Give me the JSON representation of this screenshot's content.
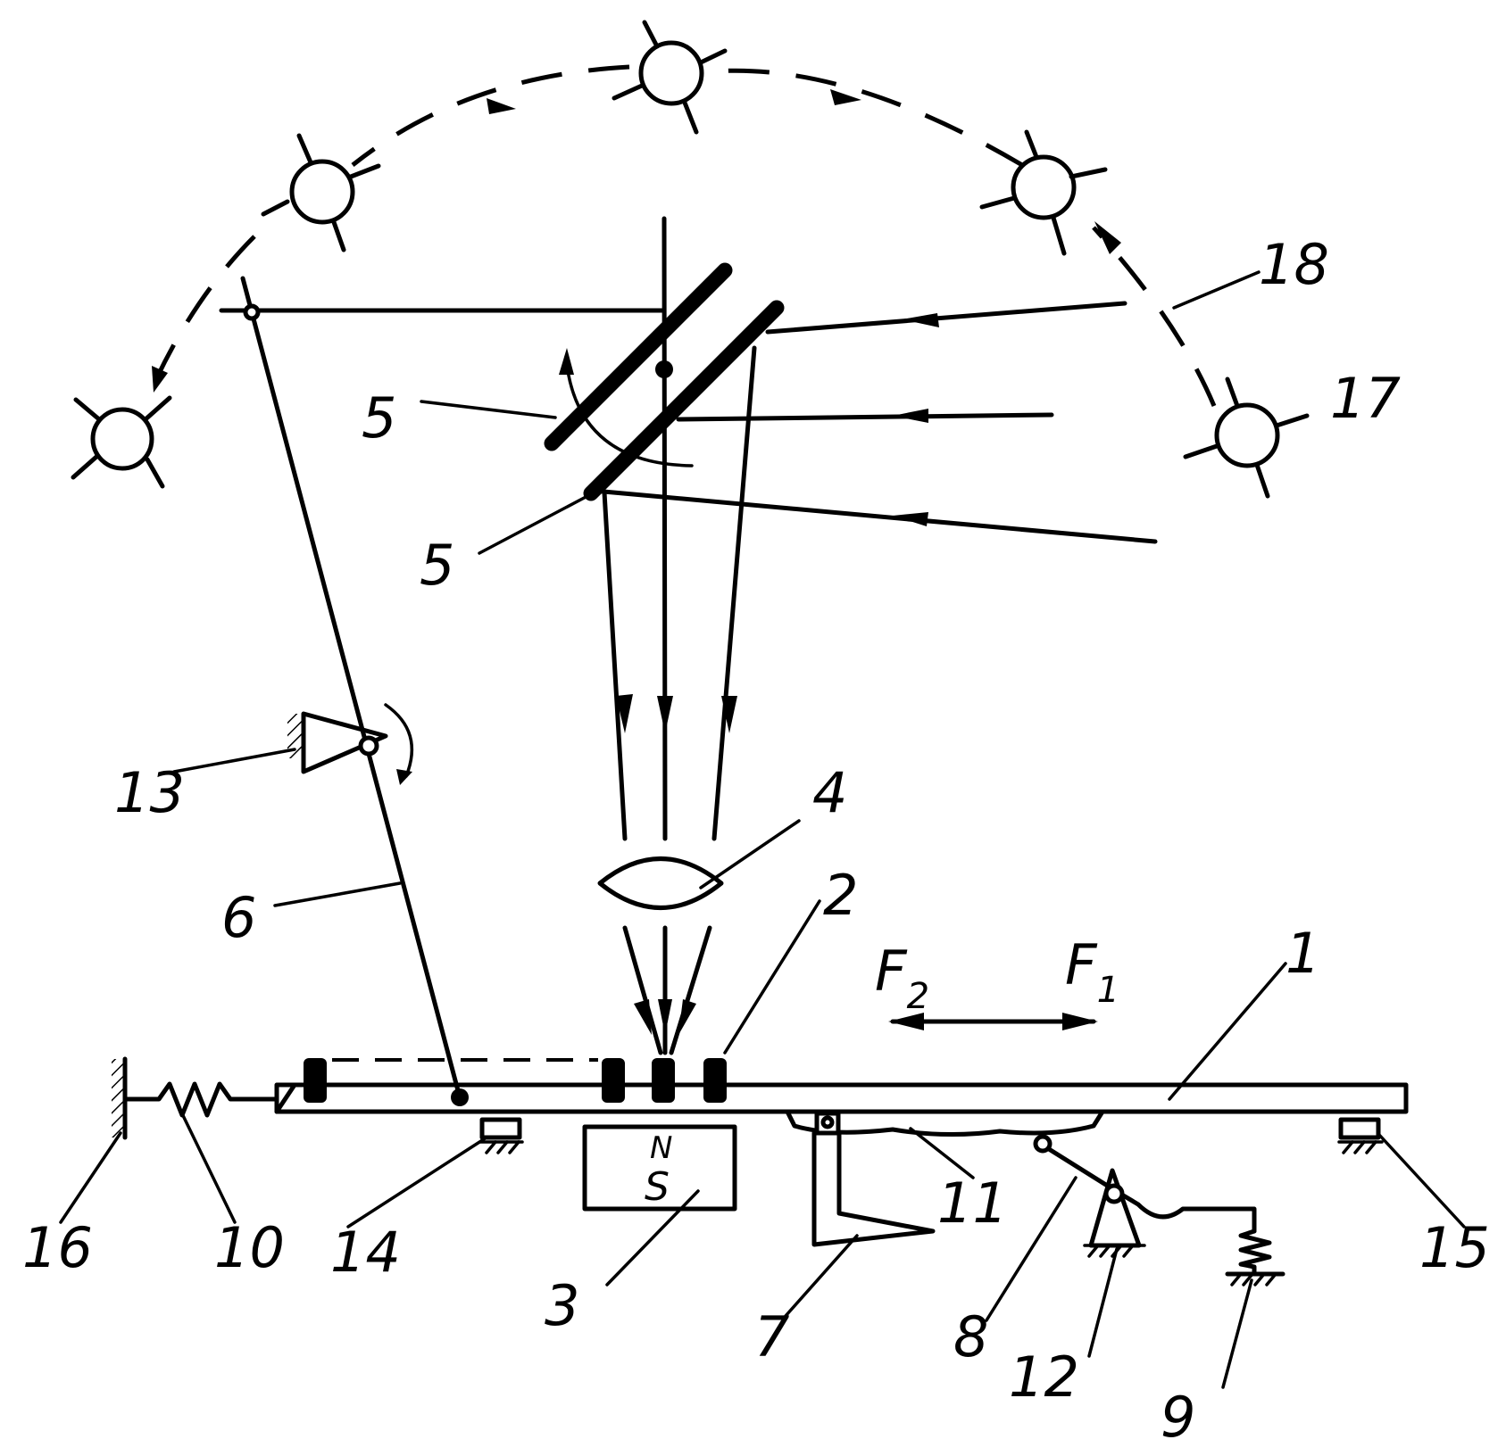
{
  "labels": {
    "l1": "1",
    "l2": "2",
    "l3": "3",
    "l4": "4",
    "l5a": "5",
    "l5b": "5",
    "l6": "6",
    "l7": "7",
    "l8": "8",
    "l9": "9",
    "l10": "10",
    "l11": "11",
    "l12": "12",
    "l13": "13",
    "l14": "14",
    "l15": "15",
    "l16": "16",
    "l17": "17",
    "l18": "18"
  },
  "forces": {
    "f1_letter": "F",
    "f1_sub": "1",
    "f2_letter": "F",
    "f2_sub": "2"
  },
  "magnet": {
    "north": "N",
    "south": "S"
  }
}
